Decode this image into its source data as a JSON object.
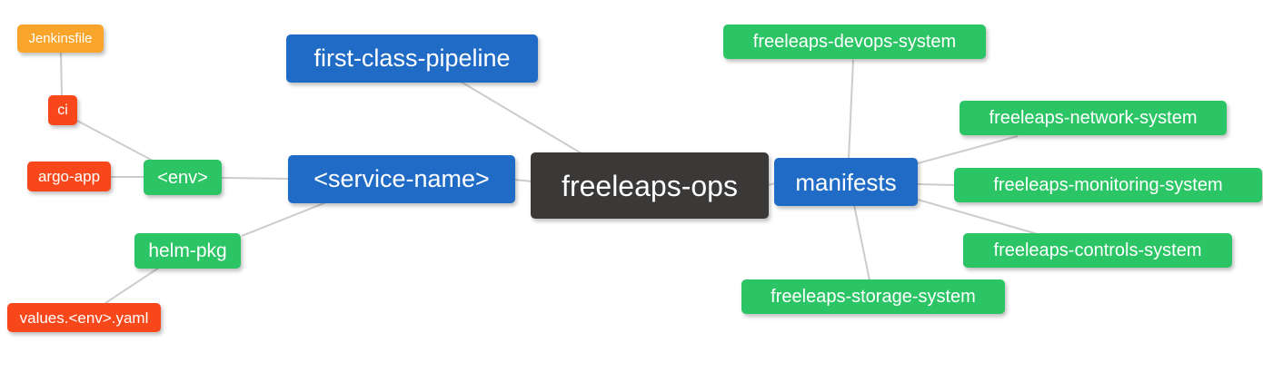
{
  "diagram": {
    "type": "mindmap",
    "root_label": "freeleaps-ops",
    "palette": {
      "blue": "#1F6BC5",
      "green": "#2BC565",
      "red": "#F8481B",
      "orange": "#F9A42A",
      "dark": "#3B3838",
      "edge": "#CCCCCC",
      "text": "#FFFFFF",
      "background": "#FFFFFF"
    },
    "nodes": {
      "jenkinsfile": {
        "label": "Jenkinsfile",
        "color": "orange"
      },
      "ci": {
        "label": "ci",
        "color": "red"
      },
      "argo_app": {
        "label": "argo-app",
        "color": "red"
      },
      "env": {
        "label": "<env>",
        "color": "green"
      },
      "helm_pkg": {
        "label": "helm-pkg",
        "color": "green"
      },
      "values_env_yaml": {
        "label": "values.<env>.yaml",
        "color": "red"
      },
      "first_class_pipeline": {
        "label": "first-class-pipeline",
        "color": "blue"
      },
      "service_name": {
        "label": "<service-name>",
        "color": "blue"
      },
      "freeleaps_ops": {
        "label": "freeleaps-ops",
        "color": "dark"
      },
      "manifests": {
        "label": "manifests",
        "color": "blue"
      },
      "devops_system": {
        "label": "freeleaps-devops-system",
        "color": "green"
      },
      "network_system": {
        "label": "freeleaps-network-system",
        "color": "green"
      },
      "monitoring_system": {
        "label": "freeleaps-monitoring-system",
        "color": "green"
      },
      "controls_system": {
        "label": "freeleaps-controls-system",
        "color": "green"
      },
      "storage_system": {
        "label": "freeleaps-storage-system",
        "color": "green"
      }
    },
    "edges": [
      [
        "jenkinsfile",
        "ci"
      ],
      [
        "ci",
        "env"
      ],
      [
        "argo_app",
        "env"
      ],
      [
        "env",
        "service_name"
      ],
      [
        "helm_pkg",
        "service_name"
      ],
      [
        "values_env_yaml",
        "helm_pkg"
      ],
      [
        "first_class_pipeline",
        "freeleaps_ops"
      ],
      [
        "service_name",
        "freeleaps_ops"
      ],
      [
        "freeleaps_ops",
        "manifests"
      ],
      [
        "manifests",
        "devops_system"
      ],
      [
        "manifests",
        "network_system"
      ],
      [
        "manifests",
        "monitoring_system"
      ],
      [
        "manifests",
        "controls_system"
      ],
      [
        "manifests",
        "storage_system"
      ]
    ]
  }
}
